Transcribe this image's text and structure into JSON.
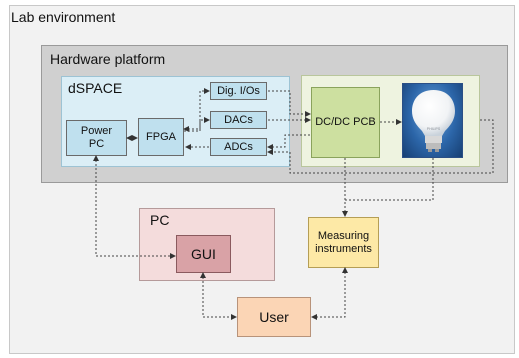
{
  "lab": {
    "title": "Lab environment"
  },
  "hardware": {
    "title": "Hardware platform"
  },
  "dspace": {
    "title": "dSPACE",
    "power_pc": "Power PC",
    "fpga": "FPGA",
    "dig_io": "Dig. I/Os",
    "dacs": "DACs",
    "adcs": "ADCs"
  },
  "power_stage": {
    "dcdc": "DC/DC PCB",
    "bulb_icon": "light-bulb-icon",
    "bulb_brand": "PHILIPS"
  },
  "pc": {
    "title": "PC",
    "gui": "GUI"
  },
  "measuring": {
    "label": "Measuring instruments"
  },
  "user": {
    "label": "User"
  },
  "colors": {
    "lab_bg": "#f2f2f2",
    "hardware_bg": "#d0d0d0",
    "dspace_bg": "#dbeef6",
    "dspace_block": "#bfe0ee",
    "dcdc": "#cde0a0",
    "pc_bg": "#f4dcdc",
    "gui": "#d9a2a6",
    "measuring": "#fde9a6",
    "user": "#fbd5b5",
    "bulb_panel": "#2c66a9"
  }
}
